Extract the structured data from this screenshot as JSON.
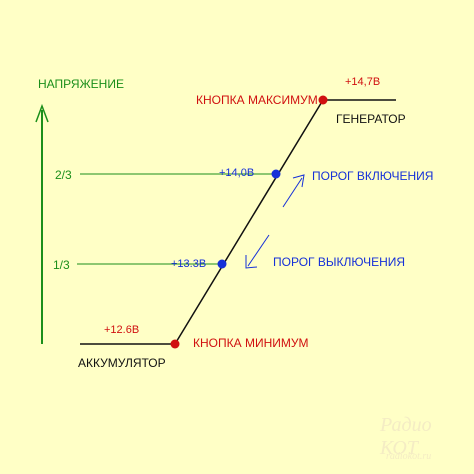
{
  "axis": {
    "label": "НАПРЯЖЕНИЕ",
    "tick_two_thirds": "2/3",
    "tick_one_third": "1/3"
  },
  "points": {
    "battery_voltage": "+12.6В",
    "battery_label": "АККУМУЛЯТОР",
    "min_button": "КНОПКА МИНИМУМ",
    "off_voltage": "+13.3В",
    "off_threshold": "ПОРОГ ВЫКЛЮЧЕНИЯ",
    "on_voltage": "+14,0В",
    "on_threshold": "ПОРОГ ВКЛЮЧЕНИЯ",
    "max_voltage": "+14,7В",
    "max_button": "КНОПКА МАКСИМУМ",
    "generator_label": "ГЕНЕРАТОР"
  },
  "watermark": {
    "brand": "Радио КОТ",
    "site": "radiokot.ru"
  },
  "colors": {
    "background": "#ffffc6",
    "axis": "#1b8f1b",
    "line": "#111111",
    "max_min_dots": "#d01010",
    "threshold_dots": "#1530d8"
  }
}
